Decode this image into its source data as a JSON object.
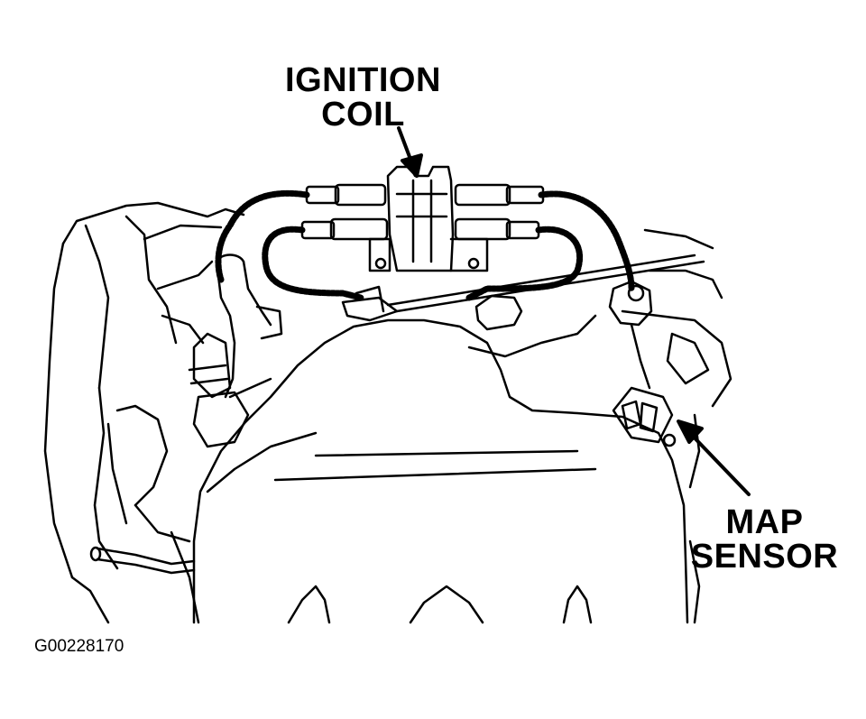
{
  "labels": {
    "ignition_coil": {
      "line1": "IGNITION",
      "line2": "COIL"
    },
    "map_sensor": {
      "line1": "MAP",
      "line2": "SENSOR"
    }
  },
  "figure_id": "G00228170"
}
